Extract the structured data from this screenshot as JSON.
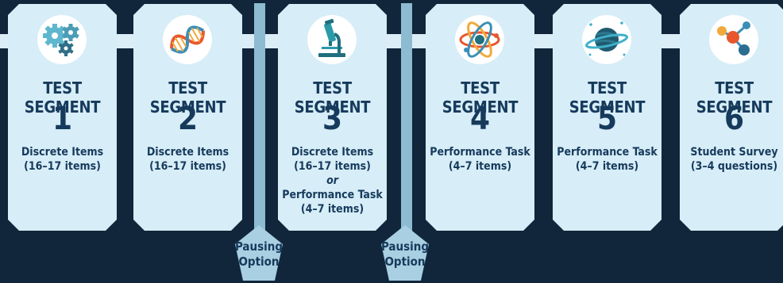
{
  "segments": [
    {
      "title": "TEST SEGMENT",
      "number": "1",
      "icon": "gears-icon",
      "lines": [
        "Discrete Items",
        "(16–17 items)"
      ]
    },
    {
      "title": "TEST SEGMENT",
      "number": "2",
      "icon": "dna-icon",
      "lines": [
        "Discrete Items",
        "(16–17 items)"
      ]
    },
    {
      "title": "TEST SEGMENT",
      "number": "3",
      "icon": "microscope-icon",
      "lines": [
        "Discrete Items",
        "(16–17 items)",
        "or",
        "Performance Task",
        "(4–7 items)"
      ]
    },
    {
      "title": "TEST SEGMENT",
      "number": "4",
      "icon": "atom-icon",
      "lines": [
        "Performance Task",
        "(4–7 items)"
      ]
    },
    {
      "title": "TEST SEGMENT",
      "number": "5",
      "icon": "planet-icon",
      "lines": [
        "Performance Task",
        "(4–7 items)"
      ]
    },
    {
      "title": "TEST SEGMENT",
      "number": "6",
      "icon": "molecule-icon",
      "lines": [
        "Student Survey",
        "(3–4 questions)"
      ]
    }
  ],
  "pauses": [
    {
      "lines": [
        "Pausing",
        "Option"
      ]
    },
    {
      "lines": [
        "Pausing",
        "Option"
      ]
    }
  ],
  "colors": {
    "background": "#11263a",
    "card": "#d7edf7",
    "text": "#163a5c",
    "pause_bar": "#8dbbd1",
    "pause_shape": "#a9cfe2"
  }
}
